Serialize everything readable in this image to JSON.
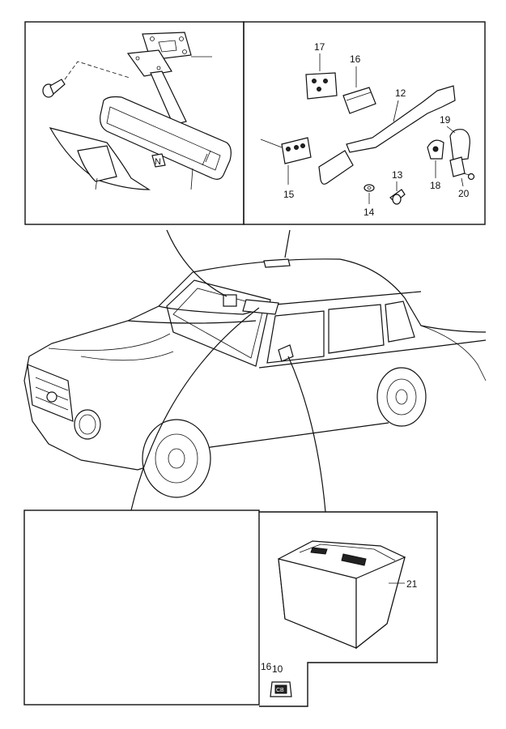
{
  "callouts": {
    "c17": "17",
    "c16": "16",
    "c12": "12",
    "c19": "19",
    "c15": "15",
    "c13": "13",
    "c14": "14",
    "c18": "18",
    "c20": "20",
    "c21": "21",
    "c10": "10",
    "c16b": "16"
  },
  "mirror_badge": "N",
  "clip_text": "CB"
}
